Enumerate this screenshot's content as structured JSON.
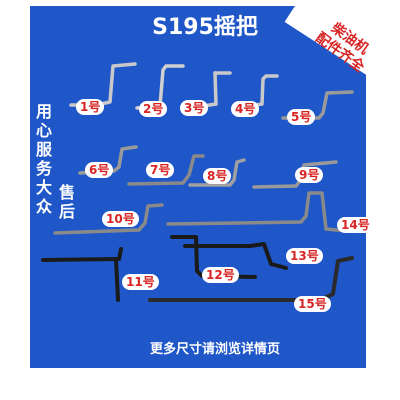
{
  "title": "S195摇把",
  "corner": {
    "line1": "柴油机",
    "line2": "配件齐全"
  },
  "side": {
    "col1": [
      "用",
      "心",
      "服",
      "务",
      "大",
      "众"
    ],
    "col2": [
      "售",
      "后"
    ]
  },
  "footer": "更多尺寸请浏览详情页",
  "labels": [
    "1号",
    "2号",
    "3号",
    "4号",
    "5号",
    "6号",
    "7号",
    "8号",
    "9号",
    "10号",
    "11号",
    "12号",
    "13号",
    "14号",
    "15号"
  ],
  "colors": {
    "panel": "#1f56c8",
    "label_text": "#d92424",
    "rod_silver": "#c9c9c9",
    "rod_dark": "#1a1a1a",
    "grip_blue": "#5b78b5"
  }
}
